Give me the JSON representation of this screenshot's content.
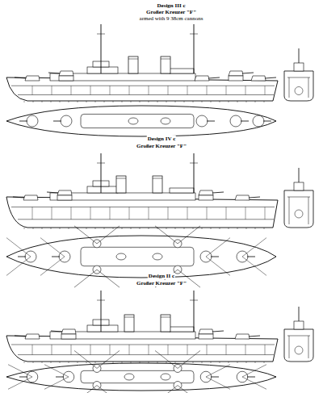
{
  "diagram": {
    "labels": [
      "Design III c",
      "Großer Kreuzer \"F\"",
      "armed with 9 38cm cannons",
      "Design IV c",
      "Großer Kreuzer \"F\"",
      "Design II c",
      "Großer Kreuzer \"F\""
    ]
  }
}
